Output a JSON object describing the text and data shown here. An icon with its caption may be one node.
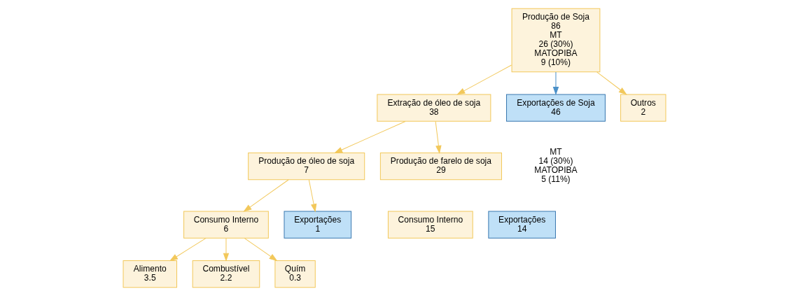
{
  "diagram": {
    "nodes": [
      {
        "text": [
          "Produção de Soja",
          "86",
          "MT",
          "26 (30%)",
          "MATOPIBA",
          "9 (10%)"
        ]
      },
      {
        "text": [
          "Extração de óleo de soja",
          "38"
        ]
      },
      {
        "text": [
          "Exportações de Soja",
          "46"
        ],
        "beside": [
          "MT",
          "14 (30%)",
          "MATOPIBA",
          "5 (11%)"
        ]
      },
      {
        "text": [
          "Outros",
          "2"
        ]
      },
      {
        "text": [
          "Produção de óleo de soja",
          "7"
        ]
      },
      {
        "text": [
          "Produção de farelo de soja",
          "29"
        ]
      },
      {
        "text": [
          "Consumo Interno",
          "6"
        ]
      },
      {
        "text": [
          "Exportações",
          "1"
        ]
      },
      {
        "text": [
          "Consumo Interno",
          "15"
        ]
      },
      {
        "text": [
          "Exportações",
          "14"
        ]
      },
      {
        "text": [
          "Alimento",
          "3.5"
        ]
      },
      {
        "text": [
          "Combustível",
          "2.2"
        ]
      },
      {
        "text": [
          "Quím",
          "0.3"
        ]
      }
    ],
    "edges": [
      {
        "from": 0,
        "to": 1,
        "arrow": "to"
      },
      {
        "from": 0,
        "to": 2,
        "arrow": "to",
        "color": "#4a90c8"
      },
      {
        "from": 0,
        "to": 3,
        "arrow": "to"
      },
      {
        "from": 1,
        "to": 4,
        "arrow": "to"
      },
      {
        "from": 1,
        "to": 5,
        "arrow": "to"
      },
      {
        "from": 4,
        "to": 6,
        "arrow": "to"
      },
      {
        "from": 4,
        "to": 7,
        "arrow": "to"
      },
      {
        "from": 6,
        "to": 10,
        "arrow": "to"
      },
      {
        "from": 6,
        "to": 11,
        "arrow": "to"
      },
      {
        "from": 6,
        "to": 12,
        "arrow": "to"
      }
    ]
  }
}
